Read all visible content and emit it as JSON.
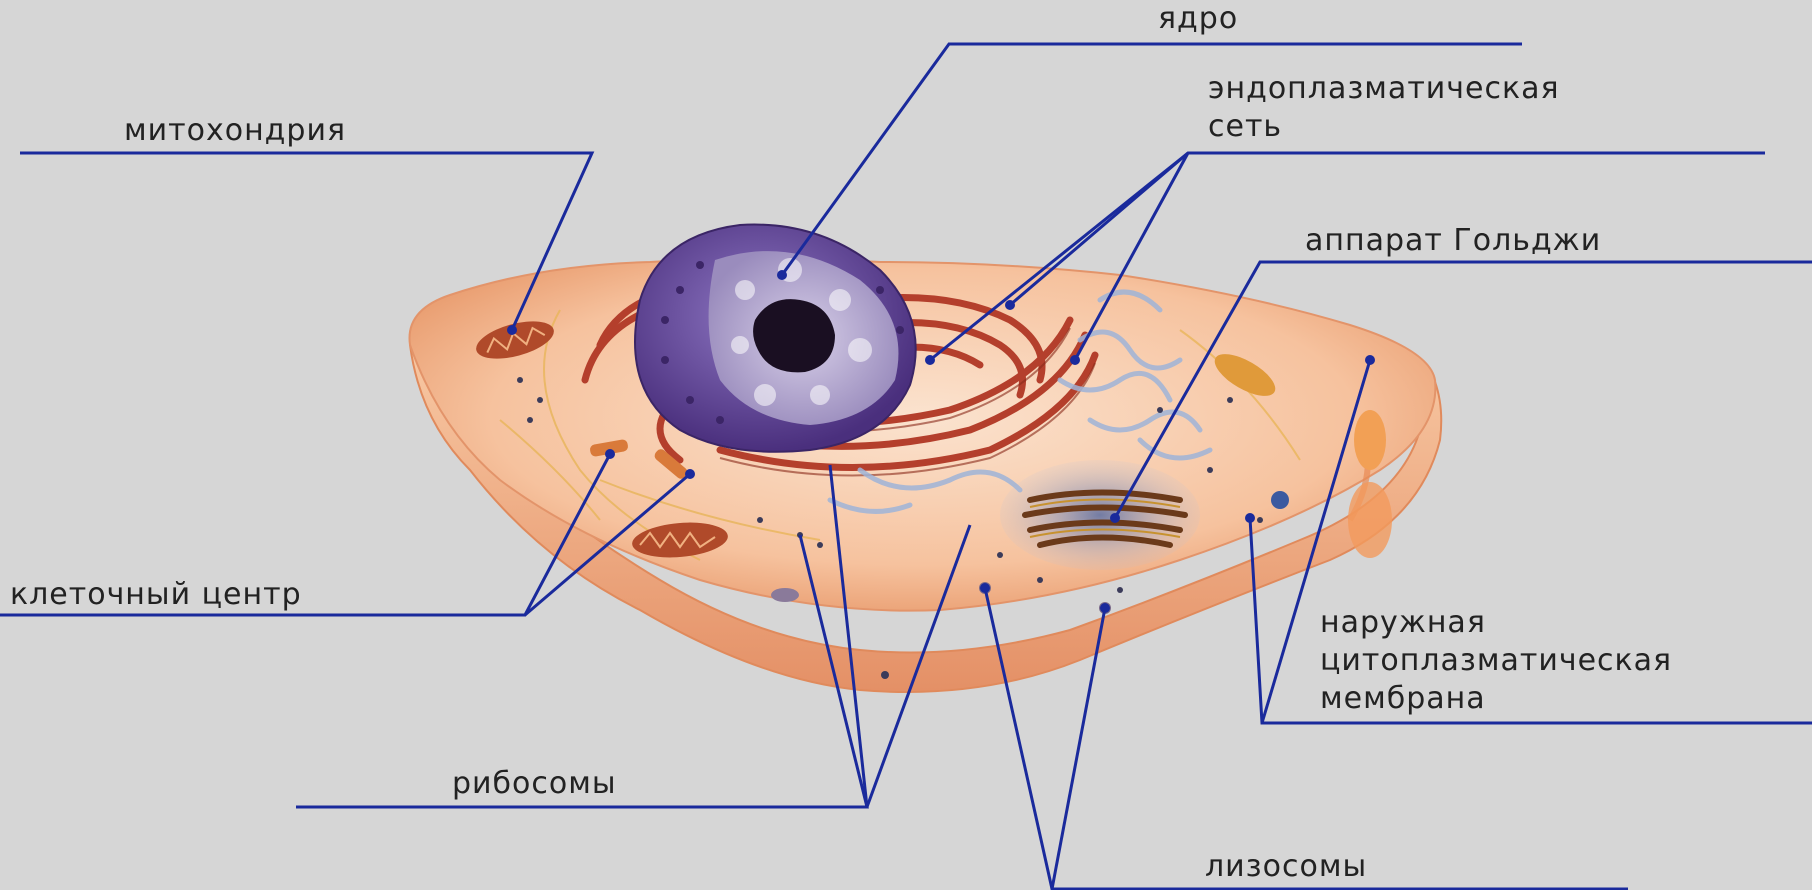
{
  "labels": {
    "nucleus": "ядро",
    "mitochondria": "митохондрия",
    "er_line1": "эндоплазматическая",
    "er_line2": "сеть",
    "golgi": "аппарат Гольджи",
    "cell_center": "клеточный центр",
    "membrane_line1": "наружная",
    "membrane_line2": "цитоплазматическая",
    "membrane_line3": "мембрана",
    "ribosomes": "рибосомы",
    "lysosomes": "лизосомы"
  },
  "colors": {
    "background": "#d6d6d6",
    "leader_line": "#1a2a9c",
    "label_text": "#222222",
    "cytoplasm": "#f3b58e",
    "nucleus": "#6a4fa3",
    "nucleolus": "#1a0f22",
    "er": "#b43f2c",
    "golgi": "#6b3a1a",
    "mitochondria": "#b04a2a"
  }
}
